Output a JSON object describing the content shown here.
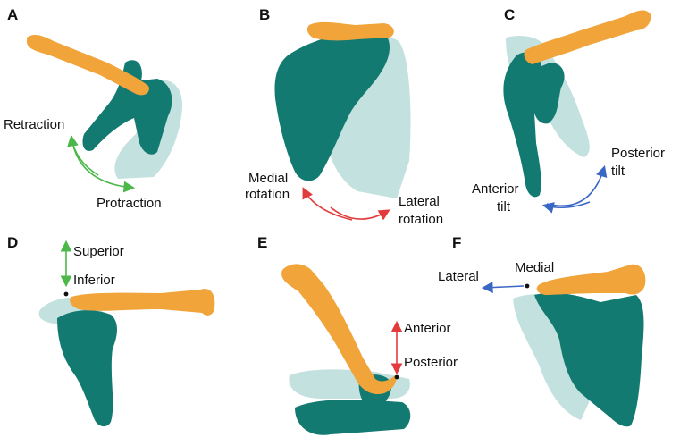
{
  "panels": [
    {
      "letter": "A",
      "labels": [
        "Retraction",
        "Protraction"
      ]
    },
    {
      "letter": "B",
      "labels": [
        "Medial",
        "rotation",
        "Lateral",
        "rotation"
      ]
    },
    {
      "letter": "C",
      "labels": [
        "Posterior",
        "tilt",
        "Anterior",
        "tilt"
      ]
    },
    {
      "letter": "D",
      "labels": [
        "Superior",
        "Inferior"
      ]
    },
    {
      "letter": "E",
      "labels": [
        "Anterior",
        "Posterior"
      ]
    },
    {
      "letter": "F",
      "labels": [
        "Lateral",
        "Medial"
      ]
    }
  ],
  "colors": {
    "clavicle": "#f0a43a",
    "scapula": "#127a70",
    "scapula_ghost": "#b8dcd8",
    "green_arrow": "#4cb84a",
    "red_arrow": "#e23b3b",
    "blue_arrow": "#3a66c4"
  }
}
